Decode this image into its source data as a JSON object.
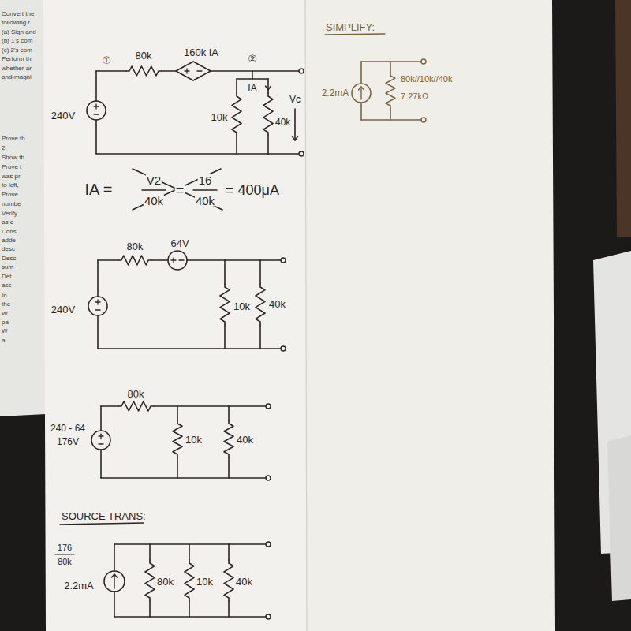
{
  "diagram": {
    "labels": [
      "①",
      "80k",
      "160k IA",
      "②",
      "IA",
      "Vc",
      "240V",
      "10k",
      "40k",
      "IA =",
      "V2",
      "40k",
      "=",
      "16",
      "40k",
      "= 400μA",
      "80k",
      "64V",
      "240V",
      "10k",
      "40k",
      "80k",
      "240 - 64",
      "176V",
      "10k",
      "40k",
      "SOURCE TRANS:",
      "176",
      "80k",
      "2.2mA",
      "80k",
      "10k",
      "40k",
      "SIMPLIFY:",
      "2.2mA",
      "80k//10k//40k",
      "7.27kΩ",
      "Convert the",
      "following r",
      "(a) Sign and",
      "(b) 1's com",
      "(c) 2's com",
      "Perform th",
      "whether ar",
      "and-magni",
      "Prove th",
      "2.",
      "Show th",
      "Prove t",
      "was pr",
      "to left,",
      "Prove",
      "numbe",
      "Verify",
      "as c",
      "Cons",
      "adde",
      "desc",
      "Desc",
      "sum",
      "Det",
      "ass",
      "In",
      "the",
      "W",
      "pa",
      "W",
      "a"
    ]
  }
}
